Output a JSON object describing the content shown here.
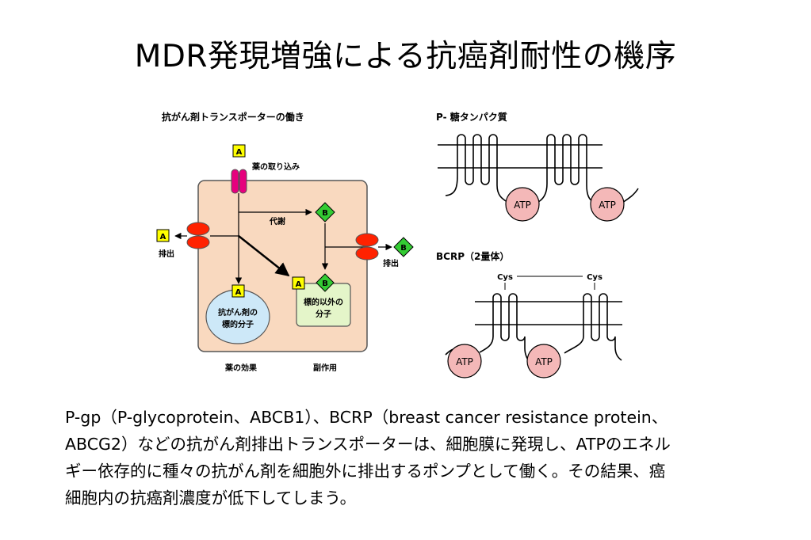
{
  "slide": {
    "title": "MDR発現増強による抗癌剤耐性の機序"
  },
  "left_panel": {
    "heading": "抗がん剤トランスポーターの働き",
    "drug_a": "A",
    "metabolite_b": "B",
    "uptake_label": "薬の取り込み",
    "metabolism_label": "代謝",
    "efflux_label_left": "排出",
    "efflux_label_right": "排出",
    "target_label_line1": "抗がん剤の",
    "target_label_line2": "標的分子",
    "nontarget_label_line1": "標的以外の",
    "nontarget_label_line2": "分子",
    "effect_label": "薬の効果",
    "side_effect_label": "副作用",
    "colors": {
      "cell": "#f9d9bf",
      "drug": "#ffff00",
      "metabolite": "#33cc33",
      "uptake_transporter": "#e6007e",
      "efflux_pump": "#ff2200",
      "target_molecule": "#cde8f8",
      "nontarget_molecule": "#e4f5c9"
    }
  },
  "pgp_panel": {
    "heading": "P- 糖タンパク質",
    "atp_labels": [
      "ATP",
      "ATP"
    ]
  },
  "bcrp_panel": {
    "heading": "BCRP（2量体）",
    "cys_labels": [
      "Cys",
      "Cys"
    ],
    "atp_labels": [
      "ATP",
      "ATP"
    ],
    "atp_color": "#f4b8b8"
  },
  "caption": {
    "lines": [
      "P-gp（P-glycoprotein、ABCB1）、BCRP（breast cancer resistance protein、",
      "ABCG2）などの抗がん剤排出トランスポーターは、細胞膜に発現し、ATPのエネル",
      "ギー依存的に種々の抗がん剤を細胞外に排出するポンプとして働く。その結果、癌",
      "細胞内の抗癌剤濃度が低下してしまう。"
    ]
  }
}
